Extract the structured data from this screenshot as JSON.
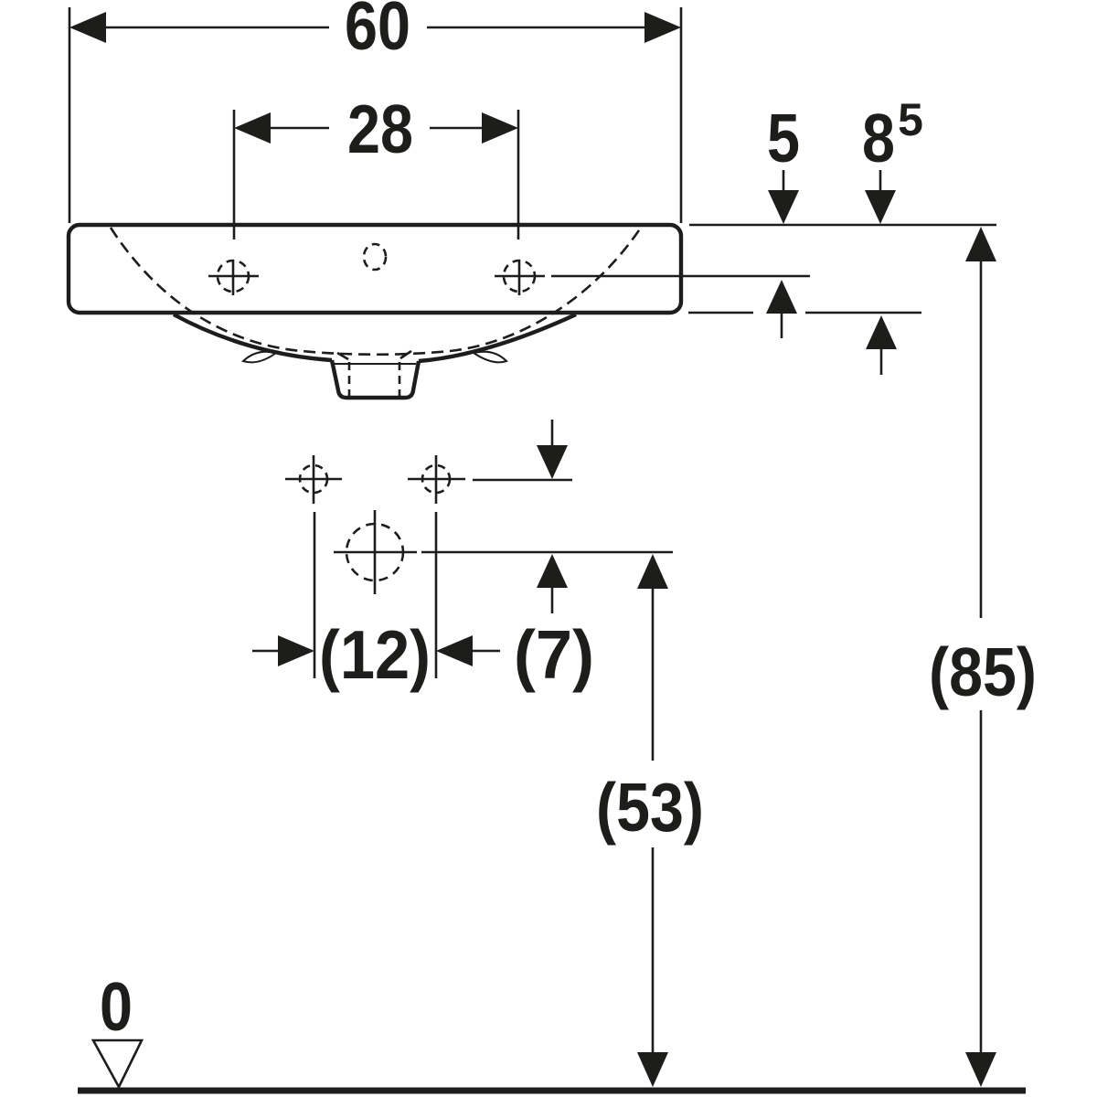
{
  "colors": {
    "line": "#1d1d1b",
    "background": "#ffffff"
  },
  "drawing": {
    "kind": "washbasin-installation-dimension-drawing",
    "view": "front elevation with fixing holes, outlet and floor datum"
  },
  "labels": {
    "overall_width": "60",
    "tap_hole_spacing": "28",
    "rim_to_taphole_offset": "5",
    "rim_to_apron_base": "8",
    "rim_to_apron_superscript": "5",
    "fixing_hole_spacing": "(12)",
    "fixing_to_outlet_offset": "(7)",
    "outlet_height": "(53)",
    "rim_height": "(85)",
    "floor_level": "0"
  }
}
